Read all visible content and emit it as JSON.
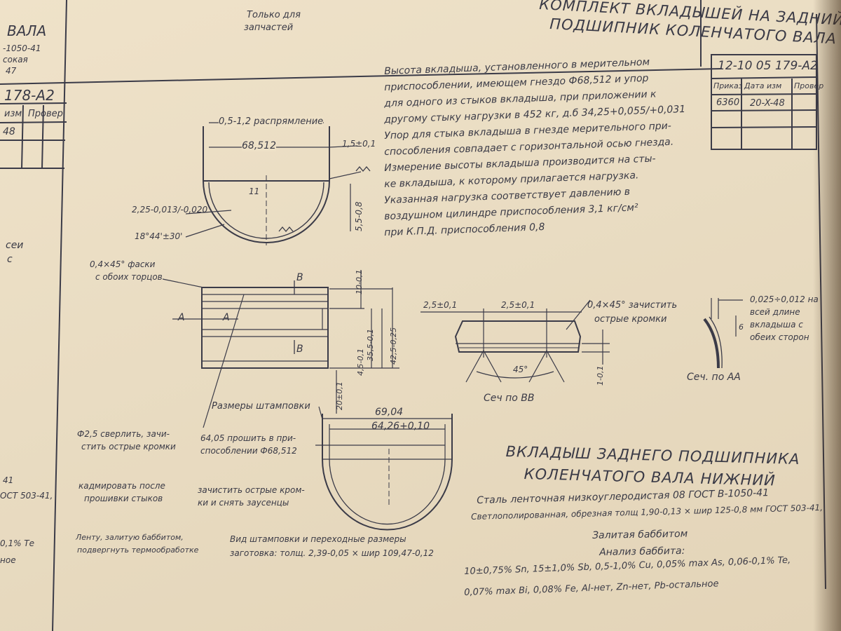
{
  "left_strip": {
    "lines": [
      "ВАЛА",
      "-1050-41",
      "сокая",
      "47",
      "178-А2",
      "изм",
      "Провер",
      "48",
      "сеи",
      "с",
      "41",
      "ОСТ 503-41,",
      "0,1% Те",
      "ное"
    ]
  },
  "header": {
    "spare_parts_note": [
      "Только для",
      "запчастей"
    ],
    "title_lines": [
      "КОМПЛЕКТ ВКЛАДЫШЕЙ НА ЗАДНИЙ",
      "ПОДШИПНИК КОЛЕНЧАТОГО ВАЛА"
    ]
  },
  "stamp": {
    "doc_number": "12-10 05 179-А2",
    "headers": [
      "Приказ",
      "Дата изм",
      "Провер"
    ],
    "values": [
      "6360",
      "20-X-48",
      ""
    ]
  },
  "requirements": [
    "Высота вкладыша, установленного в мерительном",
    "приспособлении, имеющем гнездо Ф68,512 и упор",
    "для одного из стыков вкладыша, при приложении к",
    "другому стыку нагрузки в 452 кг, д.б 34,25+0,055/+0,031",
    "Упор для стыка вкладыша в гнезде мерительного при-",
    "способления совпадает с горизонтальной осью гнезда.",
    "Измерение высоты вкладыша производится на сты-",
    "ке вкладыша, к которому прилагается нагрузка.",
    "Указанная нагрузка соответствует давлению в",
    "воздушном цилиндре приспособления 3,1 кг/см²",
    "при К.П.Д. приспособления 0,8"
  ],
  "view_top": {
    "dims": [
      "0,5-1,2 распрямление",
      "68,512",
      "1,5±0,1",
      "11",
      "2,25-0,013/-0,020",
      "5,5-0,8",
      "18°44'±30'"
    ]
  },
  "view_side": {
    "chamfer_note": [
      "0,4×45° фаски",
      "с обоих торцов"
    ],
    "section_marks": [
      "В",
      "В",
      "А",
      "А"
    ],
    "dims": [
      "10-0,1",
      "4,5-0,1",
      "35,5-0,1",
      "42,5-0,25",
      "20±0,1"
    ],
    "hole_note": [
      "Ф2,5 сверлить, зачи-",
      "стить острые кромки"
    ]
  },
  "section_bb": {
    "dims": [
      "2,5±0,1",
      "2,5±0,1",
      "45°",
      "1-0,1"
    ],
    "note": [
      "0,4×45° зачистить",
      "острые кромки"
    ],
    "label": "Сеч по ВВ"
  },
  "section_aa": {
    "note": [
      "0,025÷0,012 на",
      "всей длине",
      "вкладыша с",
      "обеих сторон"
    ],
    "dim": "6",
    "label": "Сеч. по АА"
  },
  "stamping": {
    "label": "Размеры штамповки",
    "dims": [
      "69,04",
      "64,26+0,10"
    ],
    "broach_note": [
      "64,05 прошить в при-",
      "способлении Ф68,512"
    ],
    "deburr_note": [
      "зачистить острые кром-",
      "ки и снять заусенцы"
    ],
    "caption": [
      "Вид штамповки и переходные размеры",
      "заготовка: толщ. 2,39-0,05 × шир 109,47-0,12"
    ]
  },
  "notes_left": {
    "cadmium": [
      "кадмировать после",
      "прошивки стыков"
    ],
    "babbitt": [
      "Ленту, залитую баббитом,",
      "подвергнуть термообработке"
    ]
  },
  "part": {
    "title_lines": [
      "ВКЛАДЫШ ЗАДНЕГО ПОДШИПНИКА",
      "КОЛЕНЧАТОГО ВАЛА НИЖНИЙ"
    ],
    "material": [
      "Сталь ленточная низкоуглеродистая 08 ГОСТ В-1050-41",
      "Светлополированная, обрезная толщ 1,90-0,13 × шир 125-0,8 мм ГОСТ 503-41,",
      "Залитая баббитом",
      "Анализ баббита:",
      "10±0,75% Sn, 15±1,0% Sb, 0,5-1,0% Cu, 0,05% max As, 0,06-0,1% Te,",
      "0,07% max Bi, 0,08% Fe, Al-нет, Zn-нет, Pb-остальное"
    ]
  }
}
